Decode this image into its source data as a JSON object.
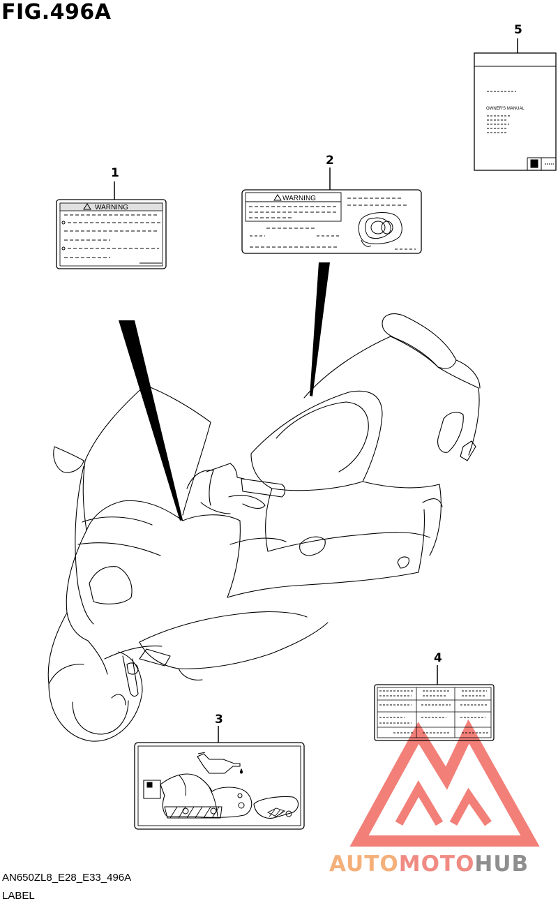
{
  "figure": {
    "title": "FIG.496A",
    "code": "AN650ZL8_E28_E33_496A",
    "label": "LABEL"
  },
  "callouts": [
    "1",
    "2",
    "3",
    "4",
    "5"
  ],
  "labels": {
    "warning_text": "WARNING",
    "manual_title": "OWNER'S MANUAL"
  },
  "watermark": {
    "part1": "AUTO",
    "part2": "MOTO",
    "part3": "HUB",
    "colors": {
      "auto": "#f4b07a",
      "moto": "#f08a83",
      "hub": "#8f8f8f",
      "logo": "#f06a62"
    }
  }
}
